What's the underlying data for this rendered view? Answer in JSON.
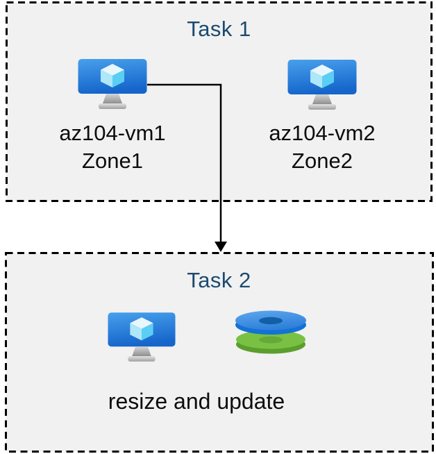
{
  "task1": {
    "title": "Task 1",
    "vm1": {
      "name": "az104-vm1",
      "zone": "Zone1"
    },
    "vm2": {
      "name": "az104-vm2",
      "zone": "Zone2"
    }
  },
  "task2": {
    "title": "Task 2",
    "caption": "resize and update"
  },
  "icons": {
    "vm": "azure-virtual-machine-icon",
    "disks": "azure-managed-disks-icon"
  },
  "colors": {
    "title_text": "#1b4a70",
    "label_text": "#0d0d0d",
    "box_fill": "#f1f1f1",
    "box_border": "#000000",
    "connector": "#000000",
    "vm_monitor_top": "#48a0ec",
    "vm_monitor_bottom": "#1565cb",
    "cube_top": "#e8f7fd",
    "cube_left": "#aee7fa",
    "cube_right": "#5bcef3",
    "disk_blue_top": "#4e9ae7",
    "disk_blue_side": "#1372d4",
    "disk_blue_hole": "#135fa6",
    "disk_green_top": "#79c143",
    "disk_green_side": "#5c9e2e",
    "disk_green_hole": "#66a939"
  }
}
